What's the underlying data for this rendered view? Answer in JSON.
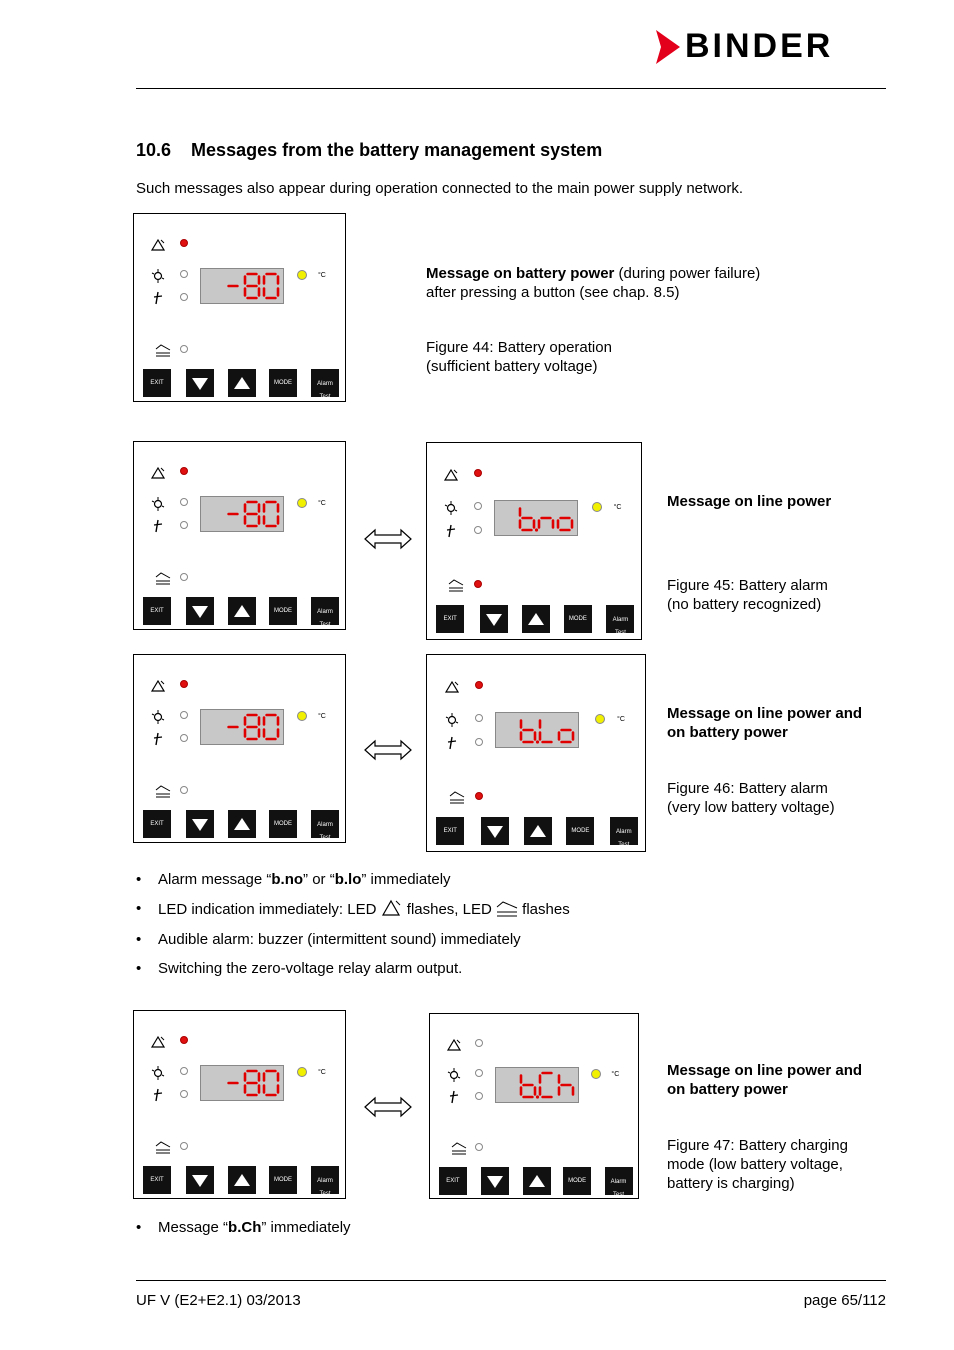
{
  "header": {
    "brand": "BINDER",
    "brand_color": "#e2001a"
  },
  "section": {
    "number": "10.6",
    "title": "Messages from the battery management system"
  },
  "intro": "Such messages also appear during operation connected to the main power supply network.",
  "panel_labels": {
    "exit": "EXIT",
    "mode": "MODE",
    "alarm_l1": "Alarm",
    "alarm_l2": "Test",
    "deg": "°C"
  },
  "displays": {
    "d1": "-80",
    "d2": "b.no",
    "d3": "b.Lo",
    "d4": "b.Ch"
  },
  "fig44": {
    "msg_bold": "Message on battery power",
    "msg_rest": " (during power failure)",
    "msg_line2": "after pressing a button (see chap. 8.5)",
    "caption1": "Figure 44: Battery operation",
    "caption2": "(sufficient battery voltage)"
  },
  "fig45": {
    "msg_bold": "Message on line power",
    "caption1": "Figure 45: Battery alarm",
    "caption2": "(no battery recognized)"
  },
  "fig46": {
    "msg_bold1": "Message on line power and",
    "msg_bold2": "on battery power",
    "caption1": "Figure 46: Battery alarm",
    "caption2": "(very low battery voltage)"
  },
  "bullets1": {
    "b1_pre": "Alarm message “",
    "b1_bold1": "b.no",
    "b1_mid": "” or “",
    "b1_bold2": "b.lo",
    "b1_post": "” immediately",
    "b2_pre": "LED indication immediately: LED ",
    "b2_mid": " flashes, LED ",
    "b2_post": " flashes",
    "b3": "Audible alarm: buzzer (intermittent sound) immediately",
    "b4": "Switching the zero-voltage relay alarm output."
  },
  "fig47": {
    "msg_bold1": "Message on line power and",
    "msg_bold2": "on battery power",
    "caption1": "Figure 47: Battery charging",
    "caption2": "mode (low battery voltage,",
    "caption3": "battery is charging)"
  },
  "bullets2": {
    "b1_pre": "Message “",
    "b1_bold": "b.Ch",
    "b1_post": "” immediately"
  },
  "footer": {
    "left": "UF V (E2+E2.1) 03/2013",
    "right": "page 65/112"
  },
  "colors": {
    "led_red": "#e01010",
    "led_yellow": "#f0f000",
    "segment_red": "#e00000",
    "display_bg": "#c8c8c8"
  }
}
